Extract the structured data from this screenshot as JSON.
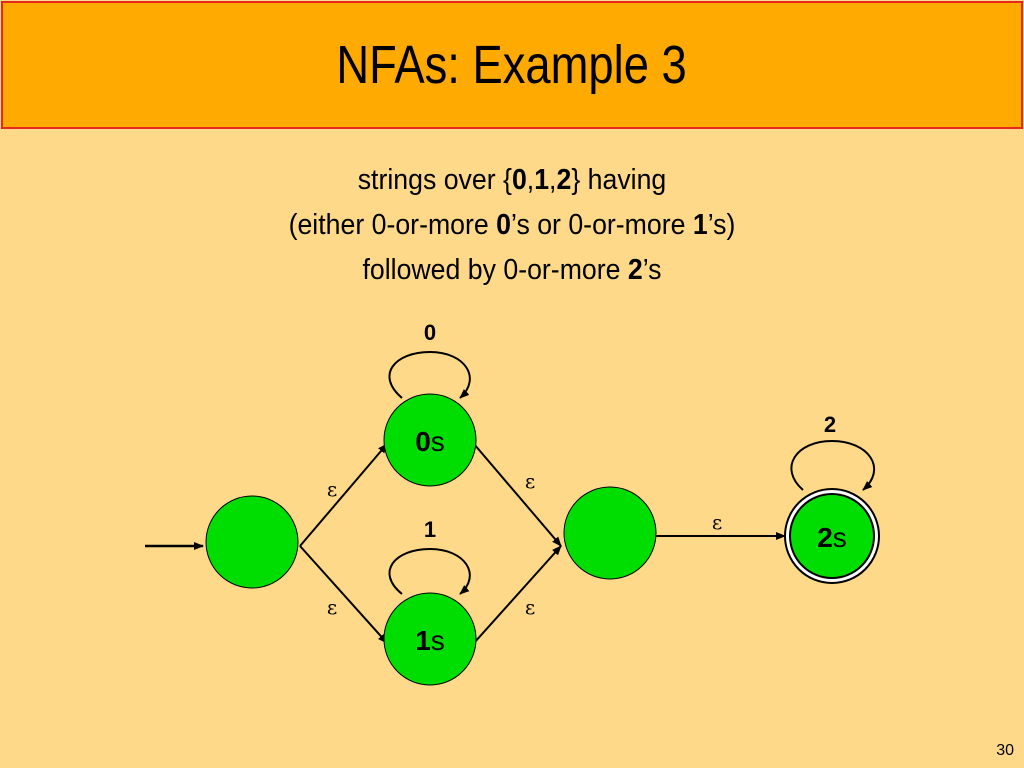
{
  "title": "NFAs: Example 3",
  "description": {
    "line1": {
      "pre": "strings over {",
      "s0": "0",
      "c1": ",",
      "s1": "1",
      "c2": ",",
      "s2": "2",
      "post": "} having"
    },
    "line2": {
      "pre": "(either 0-or-more ",
      "b0": "0",
      "mid": "’s or 0-or-more ",
      "b1": "1",
      "post": "’s)"
    },
    "line3": {
      "pre": "followed by 0-or-more ",
      "b2": "2",
      "post": "’s"
    }
  },
  "diagram": {
    "nodes": [
      {
        "id": "start",
        "label_main": "",
        "label_sub": "",
        "accepting": false,
        "initial": true
      },
      {
        "id": "zeros",
        "label_main": "0",
        "label_sub": "s",
        "accepting": false,
        "initial": false
      },
      {
        "id": "ones",
        "label_main": "1",
        "label_sub": "s",
        "accepting": false,
        "initial": false
      },
      {
        "id": "middle",
        "label_main": "",
        "label_sub": "",
        "accepting": false,
        "initial": false
      },
      {
        "id": "twos",
        "label_main": "2",
        "label_sub": "s",
        "accepting": true,
        "initial": false
      }
    ],
    "edges": [
      {
        "from": "start",
        "to": "zeros",
        "label": "ε"
      },
      {
        "from": "start",
        "to": "ones",
        "label": "ε"
      },
      {
        "from": "zeros",
        "to": "middle",
        "label": "ε"
      },
      {
        "from": "ones",
        "to": "middle",
        "label": "ε"
      },
      {
        "from": "middle",
        "to": "twos",
        "label": "ε"
      },
      {
        "from": "zeros",
        "to": "zeros",
        "label": "0"
      },
      {
        "from": "ones",
        "to": "ones",
        "label": "1"
      },
      {
        "from": "twos",
        "to": "twos",
        "label": "2"
      }
    ],
    "colors": {
      "node_fill": "#00DD00",
      "node_stroke": "#000000",
      "edge": "#000000"
    }
  },
  "page_number": "30"
}
